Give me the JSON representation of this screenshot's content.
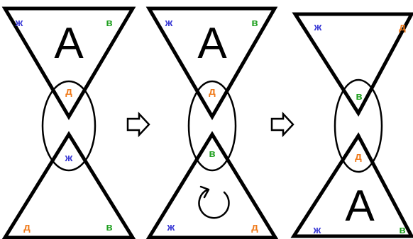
{
  "colors": {
    "stroke": "#000000",
    "zh": "#3a3ad6",
    "v": "#1fa01f",
    "d": "#f07a1a",
    "text": "#000000"
  },
  "labels": {
    "zh": "ж",
    "v": "в",
    "d": "д",
    "a": "А"
  },
  "icons": {
    "arrow": "right-outline-arrow-icon",
    "rotate": "counterclockwise-rotation-icon"
  },
  "panels": [
    {
      "top": {
        "tl": "ж",
        "tr": "в",
        "bottom": "д",
        "center": "А"
      },
      "bottom": {
        "top": "ж",
        "bl": "д",
        "br": "в",
        "center": ""
      }
    },
    {
      "top": {
        "tl": "ж",
        "tr": "в",
        "bottom": "д",
        "center": "А"
      },
      "bottom": {
        "top": "в",
        "bl": "ж",
        "br": "д",
        "center": ""
      }
    },
    {
      "top": {
        "tl": "ж",
        "tr": "д",
        "bottom": "в",
        "center": ""
      },
      "bottom": {
        "top": "д",
        "bl": "ж",
        "br": "в",
        "center": "А"
      }
    }
  ]
}
